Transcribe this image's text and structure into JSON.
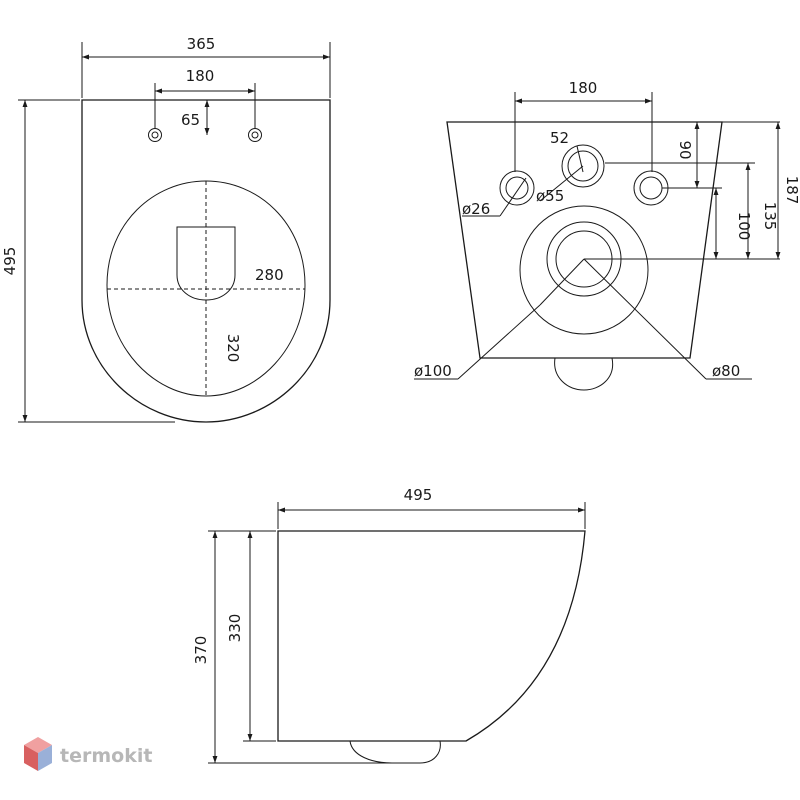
{
  "top_view": {
    "width": "365",
    "holes_spacing": "180",
    "hole_offset": "65",
    "length": "495",
    "seat_width": "280",
    "seat_length": "320"
  },
  "rear_view": {
    "holes_spacing": "180",
    "hole_52": "52",
    "dia_55": "ø55",
    "dia_26": "ø26",
    "h_90": "90",
    "h_187": "187",
    "h_135": "135",
    "h_100": "100",
    "dia_100": "ø100",
    "dia_80": "ø80"
  },
  "side_view": {
    "length": "495",
    "height_total": "370",
    "height_body": "330"
  },
  "brand": {
    "name": "termokit",
    "colors": {
      "top": "#f0a0a0",
      "left": "#d86060",
      "right": "#9ab0d8"
    }
  }
}
